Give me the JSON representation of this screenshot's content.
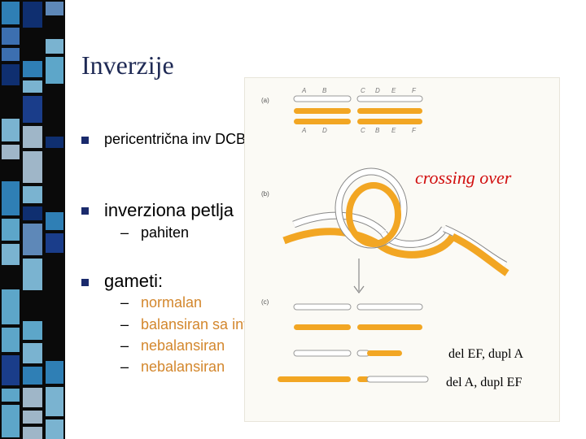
{
  "title": "Inverzije",
  "bullets": {
    "b1": "pericentrična inv DCB",
    "b2": "inverziona petlja",
    "b2_sub": "pahiten",
    "b3": "gameti:"
  },
  "sub_dash": "–",
  "gametes": [
    "normalan",
    "balansiran sa inv",
    "nebalansiran",
    "nebalansiran"
  ],
  "annotations": {
    "crossing": "crossing over",
    "del_ef": "del EF, dupl A",
    "del_a": "del A, dupl EF"
  },
  "figure": {
    "panel_a": "(a)",
    "panel_b": "(b)",
    "panel_c": "(c)",
    "top_labels": [
      "A",
      "B",
      "C",
      "D",
      "E",
      "F"
    ],
    "inv_labels": [
      "A",
      "D",
      "C",
      "B",
      "E",
      "F"
    ]
  },
  "colors": {
    "orange": "#f2a623",
    "accent_text": "#d3872d",
    "red": "#d10f0f",
    "title": "#1f2a55"
  }
}
